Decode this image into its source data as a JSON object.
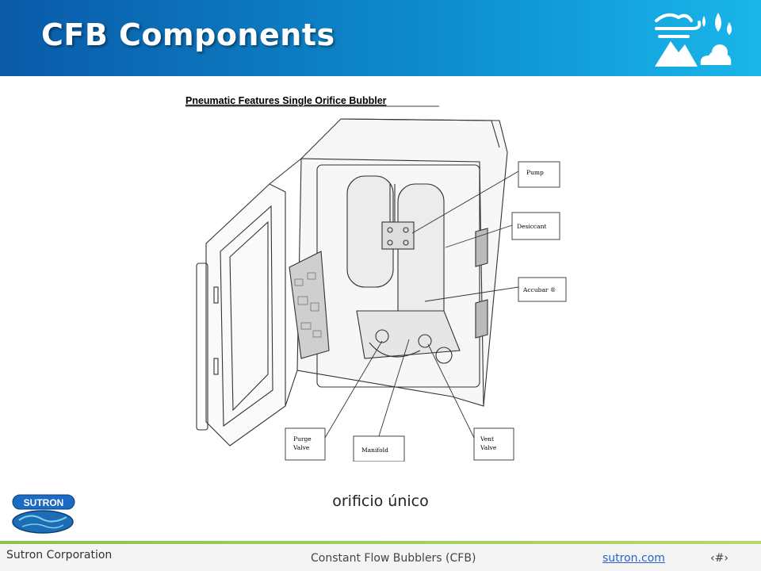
{
  "slide": {
    "title": "CFB Components",
    "caption": "orificio único"
  },
  "diagram": {
    "heading": "Pneumatic Features Single Orifice Bubbler",
    "labels": {
      "pump": "Pump",
      "desiccant": "Desiccant",
      "accubar": "Accubar ®",
      "purge_line1": "Purge",
      "purge_line2": "Valve",
      "manifold": "Manifold",
      "vent_line1": "Vent",
      "vent_line2": "Valve"
    }
  },
  "logo": {
    "text": "SUTRON"
  },
  "footer": {
    "company": "Sutron Corporation",
    "center_text": "Constant Flow Bubblers (CFB)",
    "link": "sutron.com",
    "slide_number": "‹#›"
  },
  "colors": {
    "header_dark": "#0a5aa8",
    "header_light": "#1ab6ea",
    "footer_accent": "#8cc34a",
    "link": "#2a62c9"
  }
}
